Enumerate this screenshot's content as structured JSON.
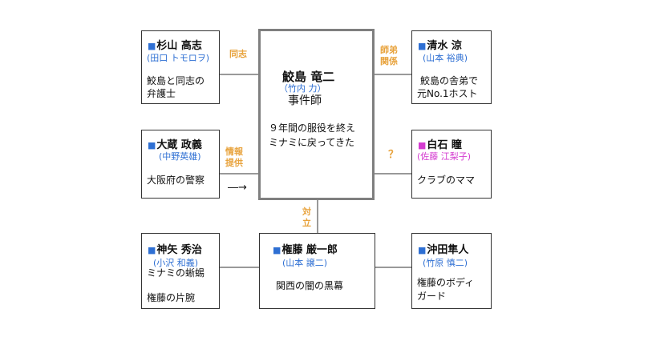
{
  "colors": {
    "square_blue": "#2e6fd3",
    "square_magenta": "#d43bd0",
    "actor_blue": "#2e6fd3",
    "actor_magenta": "#d43bd0",
    "relation_orange": "#e8a33d",
    "main_border": "#7f7f7f"
  },
  "square_glyph": "■",
  "center": {
    "name": "鮫島 竜二",
    "actor": "（竹内 力）",
    "role": "事件師",
    "desc1": "９年間の服役を終え",
    "desc2": "ミナミに戻ってきた"
  },
  "cards": {
    "sugiyama": {
      "name": "杉山 高志",
      "actor": "(田口 トモロヲ)",
      "desc1": "鮫島と同志の",
      "desc2": "弁護士"
    },
    "okura": {
      "name": "大蔵 政義",
      "actor": "(中野英雄)",
      "desc1": "大阪府の警察"
    },
    "kamiya": {
      "name": "神矢 秀治",
      "actor": "(小沢 和義)",
      "desc1": "ミナミの蜥蜴",
      "desc2": "権藤の片腕"
    },
    "gondo": {
      "name": "権藤 厳一郎",
      "actor": "(山本 譲二)",
      "desc1": "関西の闇の黒幕"
    },
    "shimizu": {
      "name": "清水 涼",
      "actor": "(山本 裕典)",
      "desc1": "鮫島の舎弟で",
      "desc2": "元No.1ホスト"
    },
    "shiraishi": {
      "name": "白石 瞳",
      "actor": "(佐藤 江梨子)",
      "desc1": "クラブのママ"
    },
    "okita": {
      "name": "沖田隼人",
      "actor": "(竹原 慎二)",
      "desc1": "権藤のボディ",
      "desc2": "ガード"
    }
  },
  "relations": {
    "doushi": "同志",
    "jouhou1": "情報",
    "jouhou2": "提供",
    "shitei1": "師弟",
    "shitei2": "関係",
    "question": "？",
    "tairitsu1": "対",
    "tairitsu2": "立"
  },
  "arrow_text": "―→"
}
